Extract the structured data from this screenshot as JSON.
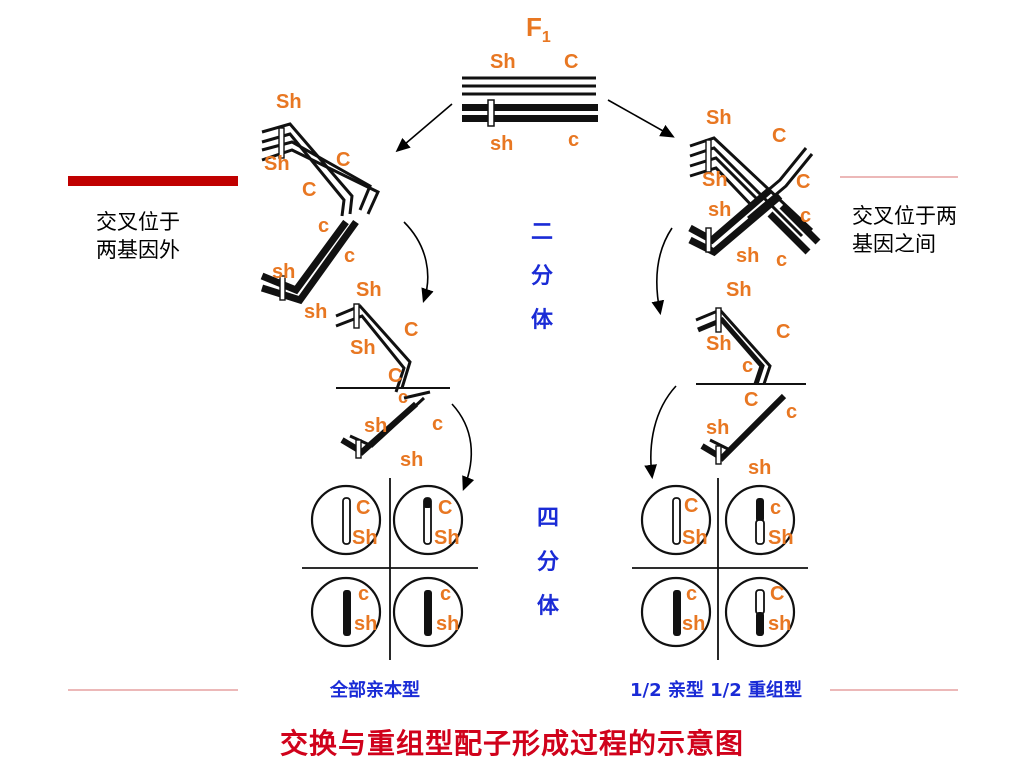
{
  "colors": {
    "accent_red": "#c00000",
    "line_red": "#e5a0a0",
    "gene_orange": "#e87722",
    "stage_blue": "#1a2bd6",
    "title_red": "#d0021b"
  },
  "top": {
    "generation": "F",
    "generation_sub": "1",
    "upper_genes": [
      "Sh",
      "C"
    ],
    "lower_genes": [
      "sh",
      "c"
    ]
  },
  "left_panel": {
    "note_line1": "交叉位于",
    "note_line2": "两基因外",
    "cross_labels": [
      "Sh",
      "Sh",
      "C",
      "C",
      "c",
      "c",
      "sh"
    ],
    "dyad_labels": [
      "sh",
      "Sh",
      "Sh",
      "C",
      "C",
      "c",
      "sh",
      "c",
      "sh"
    ],
    "tetrad_cells": [
      [
        "C",
        "Sh"
      ],
      [
        "C",
        "Sh"
      ],
      [
        "c",
        "sh"
      ],
      [
        "c",
        "sh"
      ]
    ],
    "caption": "全部亲本型"
  },
  "right_panel": {
    "note_line1": "交叉位于两",
    "note_line2": "基因之间",
    "cross_labels": [
      "Sh",
      "C",
      "Sh",
      "C",
      "sh",
      "c",
      "sh",
      "c"
    ],
    "dyad_labels": [
      "Sh",
      "Sh",
      "C",
      "c",
      "C",
      "sh",
      "c",
      "sh"
    ],
    "tetrad_cells": [
      [
        "C",
        "Sh"
      ],
      [
        "c",
        "Sh"
      ],
      [
        "c",
        "sh"
      ],
      [
        "C",
        "sh"
      ]
    ],
    "caption": "1/2 亲型  1/2 重组型"
  },
  "center": {
    "stage1": [
      "二",
      "分",
      "体"
    ],
    "stage2": [
      "四",
      "分",
      "体"
    ]
  },
  "title": "交换与重组型配子形成过程的示意图"
}
